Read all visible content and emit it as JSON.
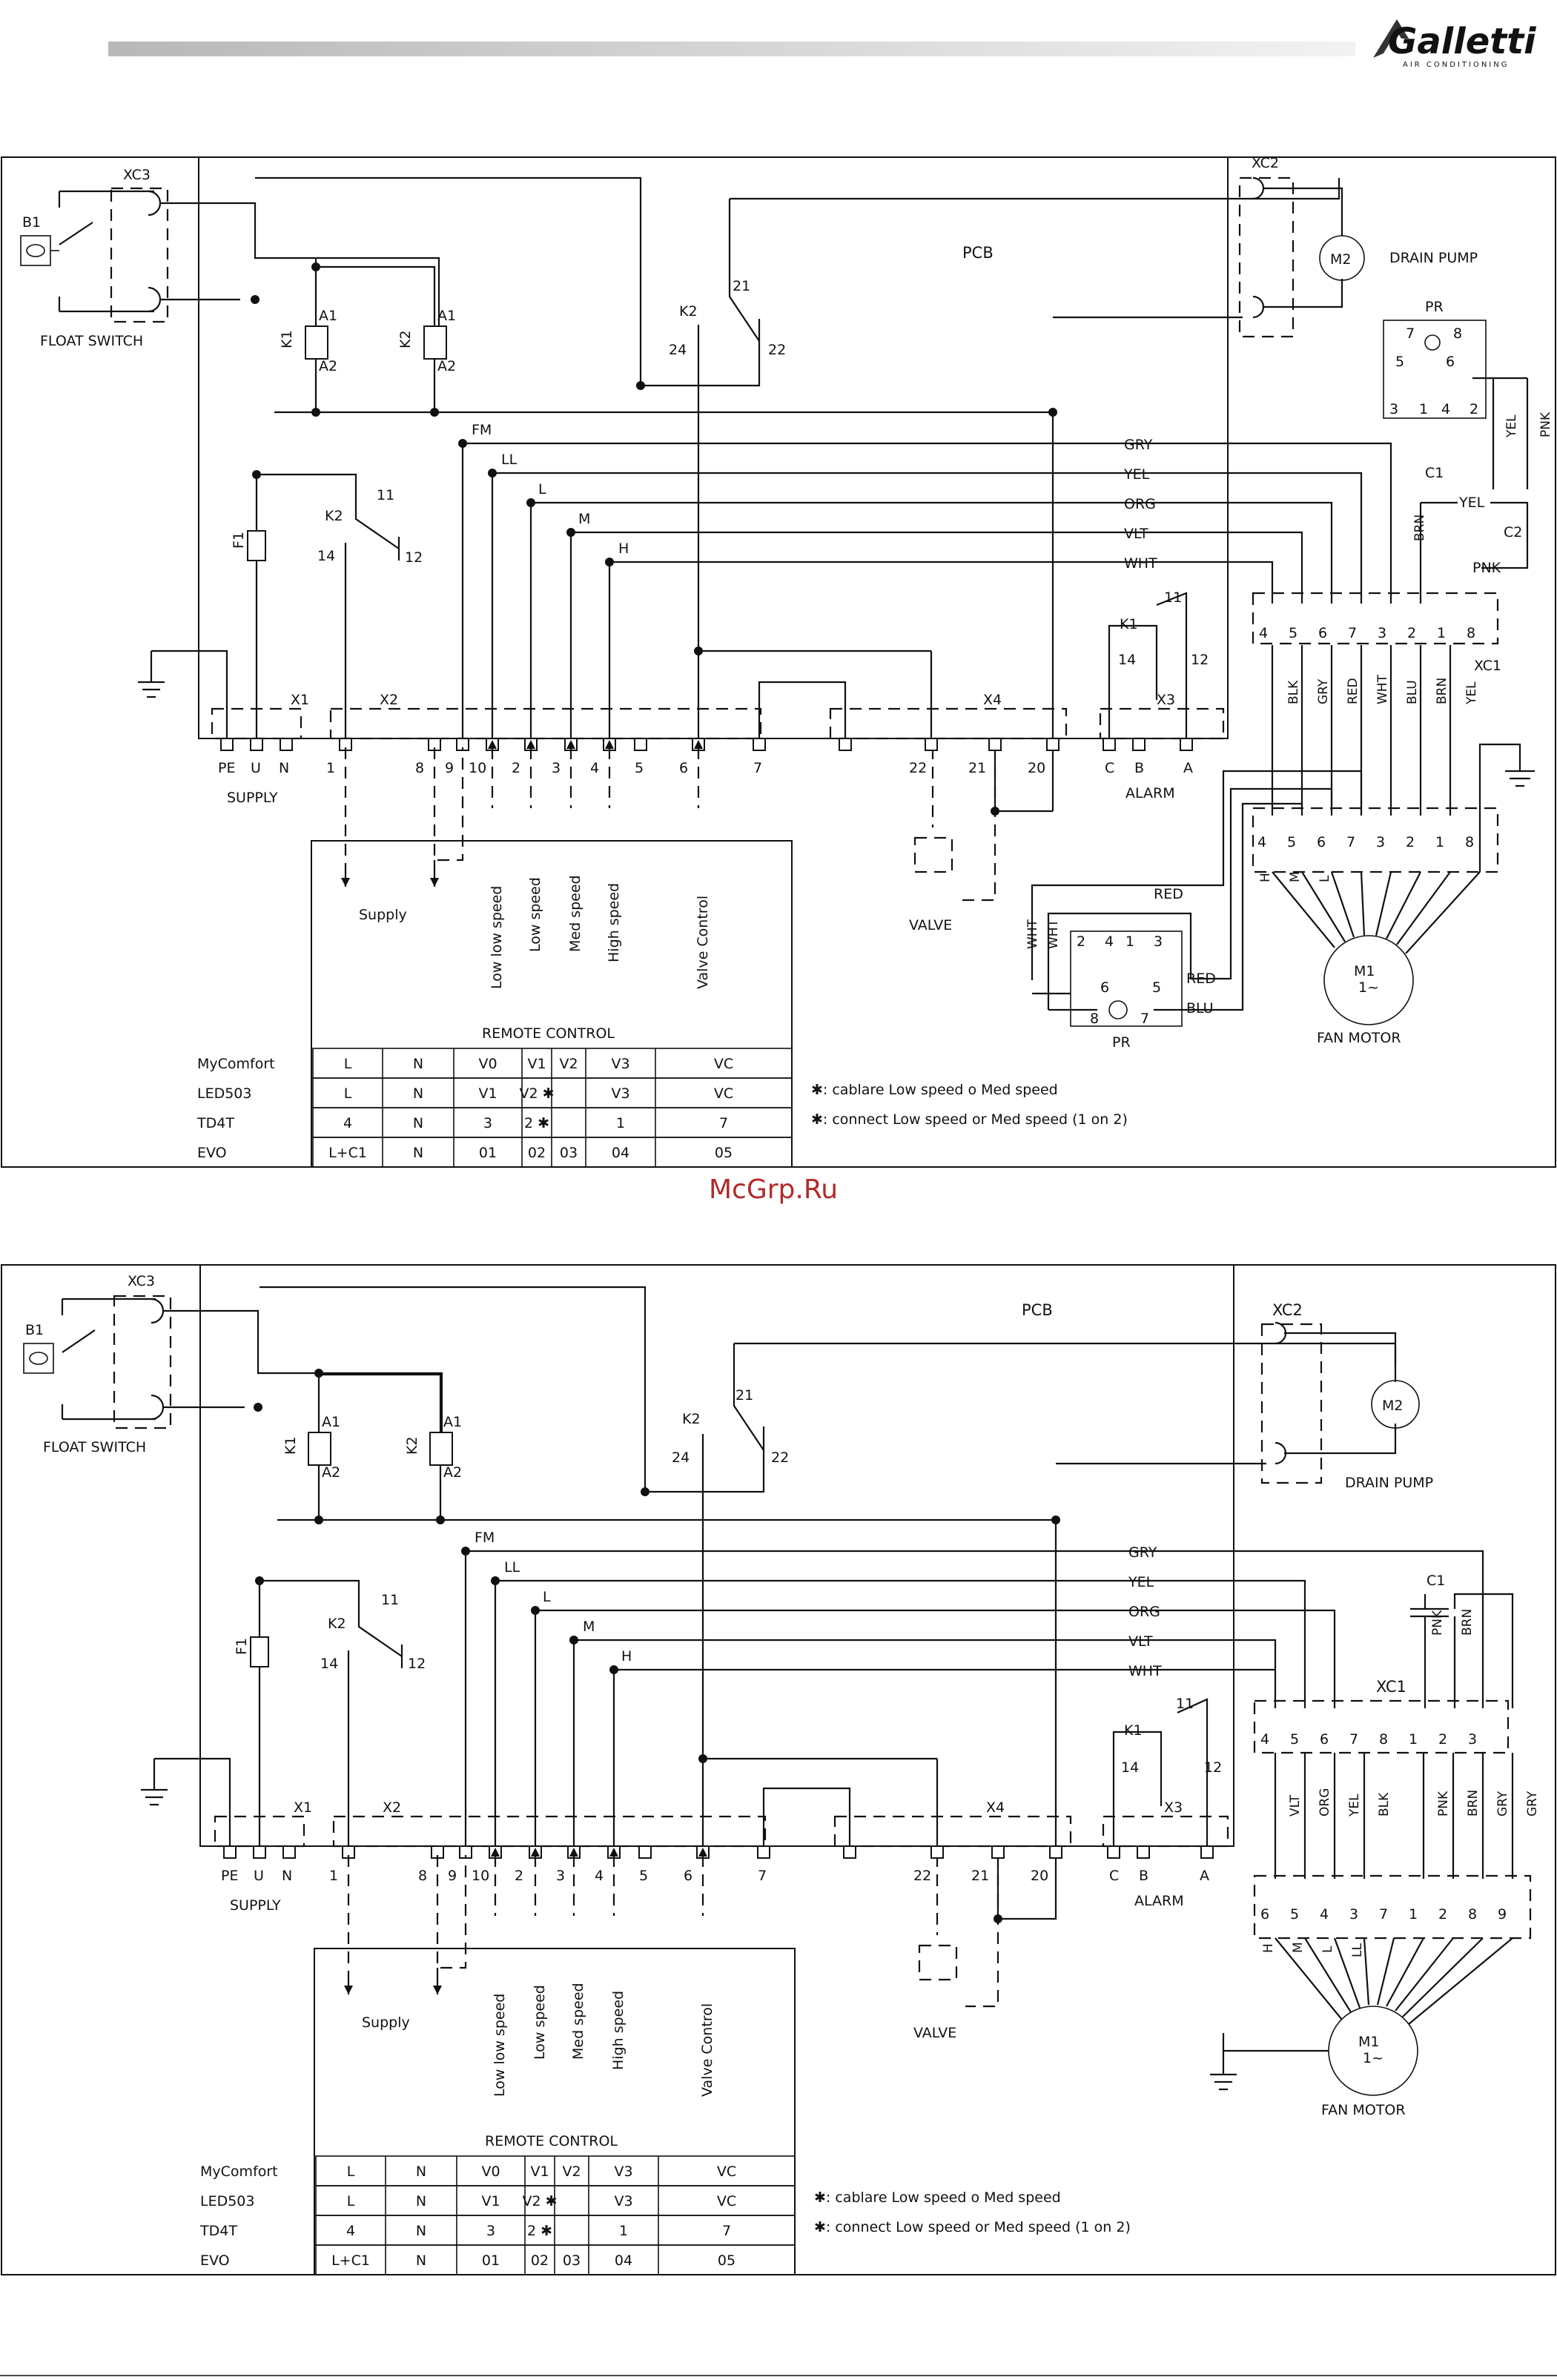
{
  "header": {
    "brand": "Galletti",
    "tagline": "AIR CONDITIONING"
  },
  "watermark": "McGrp.Ru",
  "common": {
    "float_switch": "FLOAT SWITCH",
    "b1": "B1",
    "xc3": "XC3",
    "xc2": "XC2",
    "pcb": "PCB",
    "k1": "K1",
    "k2": "K2",
    "a1": "A1",
    "a2": "A2",
    "f1": "F1",
    "k2_contacts": [
      "21",
      "22",
      "24"
    ],
    "k2_14": "14",
    "k1_11": "11",
    "k1_12": "12",
    "m2": "M2",
    "drain_pump": "DRAIN PUMP",
    "m1": "M1",
    "m1_phase": "1~",
    "fan_motor": "FAN MOTOR",
    "speed_taps": [
      "FM",
      "LL",
      "L",
      "M",
      "H"
    ],
    "wire_colors": [
      "GRY",
      "YEL",
      "ORG",
      "VLT",
      "WHT"
    ],
    "x1": "X1",
    "x2": "X2",
    "x3": "X3",
    "x4": "X4",
    "supply_terms": [
      "PE",
      "U",
      "N"
    ],
    "supply": "SUPPLY",
    "x2_terms": [
      "1",
      "8",
      "9",
      "10",
      "2",
      "3",
      "4",
      "5",
      "6",
      "7"
    ],
    "x4_terms": [
      "22",
      "21",
      "20"
    ],
    "x3_terms": [
      "C",
      "B",
      "A"
    ],
    "alarm": "ALARM",
    "alarm_k1": "K1",
    "alarm_contacts": [
      "11",
      "14",
      "12"
    ],
    "valve": "VALVE",
    "remote_labels": [
      "Supply",
      "Low low speed",
      "Low speed",
      "Med speed",
      "High speed",
      "Valve Control"
    ],
    "remote_control": "REMOTE CONTROL",
    "table_rows": [
      {
        "name": "MyComfort",
        "cells": [
          "L",
          "N",
          "V0",
          "V1",
          "V2",
          "V3",
          "VC"
        ]
      },
      {
        "name": "LED503",
        "cells": [
          "L",
          "N",
          "V1",
          "V2 ✱",
          "",
          "V3",
          "VC"
        ]
      },
      {
        "name": "TD4T",
        "cells": [
          "4",
          "N",
          "3",
          "2 ✱",
          "",
          "1",
          "7"
        ]
      },
      {
        "name": "EVO",
        "cells": [
          "L+C1",
          "N",
          "01",
          "02",
          "03",
          "04",
          "05"
        ]
      }
    ],
    "notes": [
      "✱: cablare Low speed o Med speed",
      "✱: connect Low speed or Med speed (1 on 2)"
    ]
  },
  "diagram1": {
    "pr": "PR",
    "pr_terms": [
      "7",
      "8",
      "5",
      "6",
      "3",
      "1",
      "4",
      "2"
    ],
    "pr_wires": [
      "YEL",
      "PNK"
    ],
    "c1": "C1",
    "c2": "C2",
    "c1_wire": "YEL",
    "brn": "BRN",
    "pnk": "PNK",
    "xc1": "XC1",
    "xc1_terms": [
      "4",
      "5",
      "6",
      "7",
      "3",
      "2",
      "1",
      "8"
    ],
    "xc1_wires": [
      "BLK",
      "GRY",
      "RED",
      "WHT",
      "BLU",
      "BRN",
      "YEL"
    ],
    "motor_terms": [
      "4",
      "5",
      "6",
      "7",
      "3",
      "2",
      "1",
      "8"
    ],
    "motor_speed": [
      "H",
      "M",
      "L"
    ],
    "pr2": "PR",
    "pr2_terms": [
      "2",
      "4",
      "1",
      "3",
      "6",
      "5",
      "8",
      "7"
    ],
    "pr2_wires": [
      "RED",
      "RED",
      "BLU",
      "WHT",
      "WHT"
    ]
  },
  "diagram2": {
    "xc2": "XC2",
    "c1": "C1",
    "c1_wires": [
      "PNK",
      "BRN"
    ],
    "xc1": "XC1",
    "xc1_terms": [
      "4",
      "5",
      "6",
      "7",
      "8",
      "1",
      "2",
      "3"
    ],
    "xc1_wires": [
      "VLT",
      "ORG",
      "YEL",
      "BLK",
      "PNK",
      "BRN",
      "GRY",
      "GRY"
    ],
    "motor_terms": [
      "6",
      "5",
      "4",
      "3",
      "7",
      "1",
      "2",
      "8",
      "9"
    ],
    "motor_speed": [
      "H",
      "M",
      "L",
      "LL"
    ]
  }
}
